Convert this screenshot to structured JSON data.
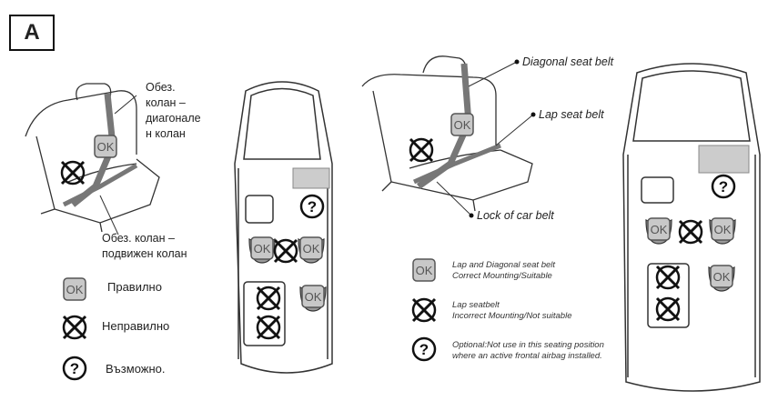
{
  "badge": "A",
  "left": {
    "diagonal_belt": [
      "Обез.",
      "колан –",
      "диагонале",
      "н колан"
    ],
    "lap_belt": [
      "Обез. колан –",
      "подвижен колан"
    ],
    "legend": [
      {
        "icon": "ok-icon",
        "label": "Правилно"
      },
      {
        "icon": "cross-icon",
        "label": "Неправилно"
      },
      {
        "icon": "question-icon",
        "label": "Възможно."
      }
    ]
  },
  "right": {
    "labels": {
      "diagonal": "Diagonal seat belt",
      "lap": "Lap seat belt",
      "lock": "Lock of car belt"
    },
    "legend": [
      {
        "icon": "ok-icon",
        "lines": [
          "Lap and Diagonal seat belt",
          "Correct Mounting/Suitable"
        ]
      },
      {
        "icon": "cross-icon",
        "lines": [
          "Lap seatbelt",
          "Incorrect Mounting/Not suitable"
        ]
      },
      {
        "icon": "question-icon",
        "lines": [
          "Optional:Not use in this seating position",
          "where an active frontal airbag installed."
        ]
      }
    ]
  },
  "ok_text": "OK",
  "question_mark": "?",
  "colors": {
    "ok_fill": "#c8c8c8",
    "seat_fill": "#9a9a9a",
    "line": "#333333"
  }
}
